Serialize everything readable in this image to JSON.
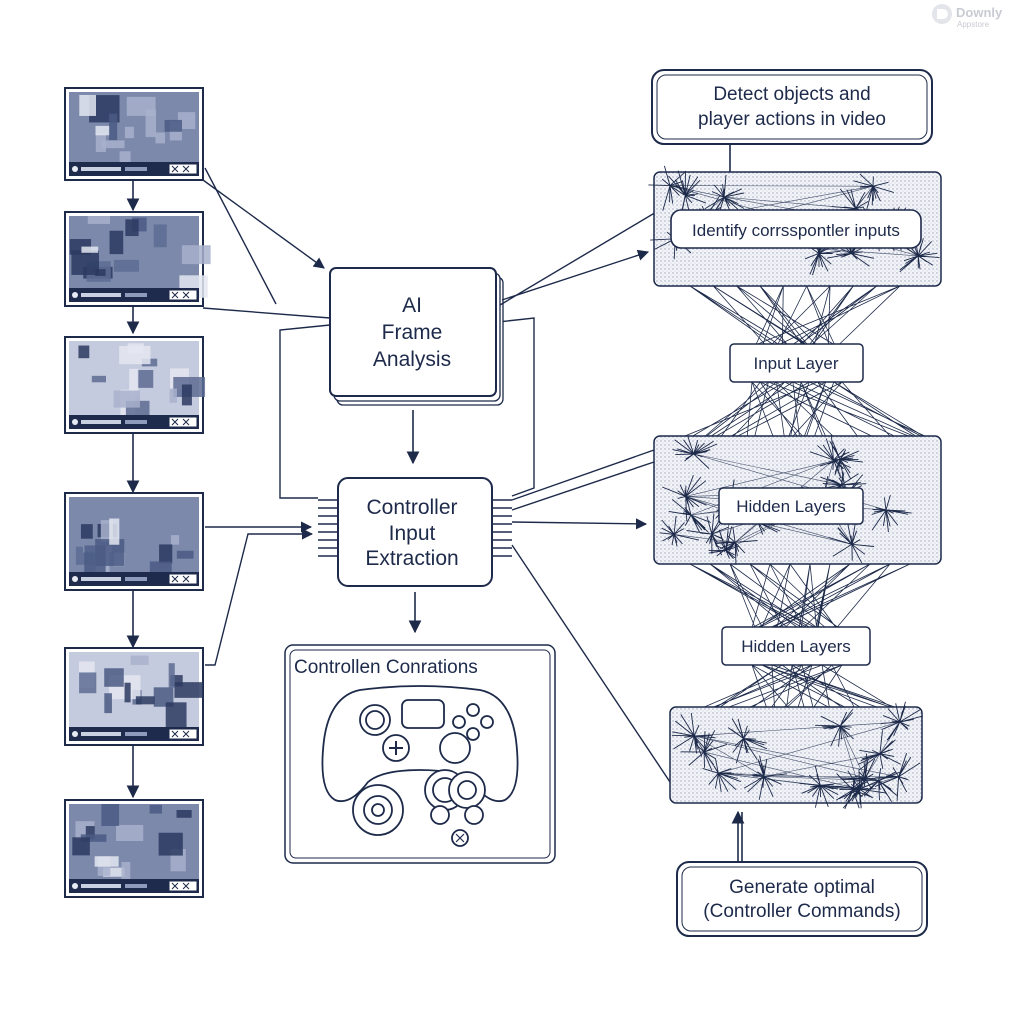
{
  "watermark": {
    "name": "Downly",
    "sub": "Appstore"
  },
  "nodes": {
    "ai_frame": [
      "AI",
      "Frame",
      "Analysis"
    ],
    "extraction": [
      "Controller",
      "Input",
      "Extraction"
    ],
    "controller_panel_title": "Controllen Conrations",
    "detect": [
      "Detect objects and",
      "player actions in video"
    ],
    "identify": "Identify corrsspontler inputs",
    "input_layer": "Input Layer",
    "hidden_layers_1": "Hidden Layers",
    "hidden_layers_2": "Hidden Layers",
    "generate": [
      "Generate optimal",
      "(Controller Commands)"
    ]
  },
  "colors": {
    "ink": "#1d2a4a",
    "frame_fill": "#6f7ea5",
    "panel_fill": "#e9ecf3"
  },
  "icons": [
    "gamepad-icon",
    "game-frame-thumbnail"
  ]
}
